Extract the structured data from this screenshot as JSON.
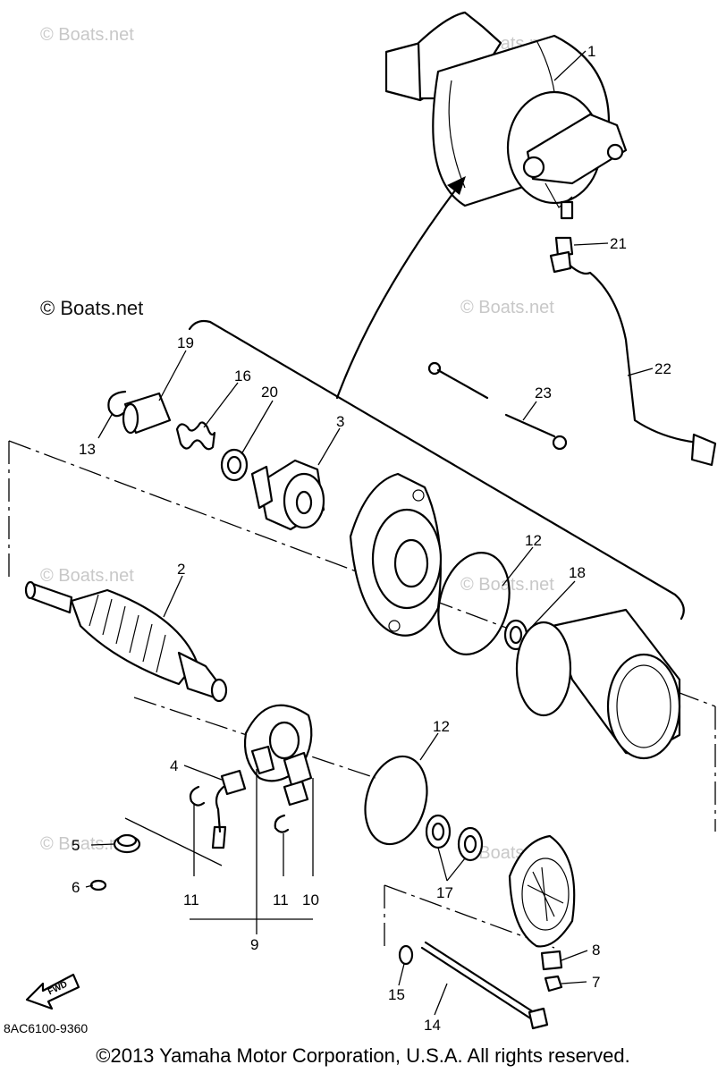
{
  "watermarks": {
    "main": "© Boats.net",
    "faint": "© Boats.net"
  },
  "callouts": {
    "c1": "1",
    "c2": "2",
    "c3": "3",
    "c4": "4",
    "c5": "5",
    "c6": "6",
    "c7": "7",
    "c8": "8",
    "c9": "9",
    "c10": "10",
    "c11a": "11",
    "c11b": "11",
    "c12a": "12",
    "c12b": "12",
    "c13": "13",
    "c14": "14",
    "c15": "15",
    "c16": "16",
    "c17": "17",
    "c18": "18",
    "c19": "19",
    "c20": "20",
    "c21": "21",
    "c22": "22",
    "c23": "23"
  },
  "fwd_label": "FWD",
  "diagram_code": "8AC6100-9360",
  "copyright": "©2013 Yamaha Motor Corporation, U.S.A. All rights reserved."
}
